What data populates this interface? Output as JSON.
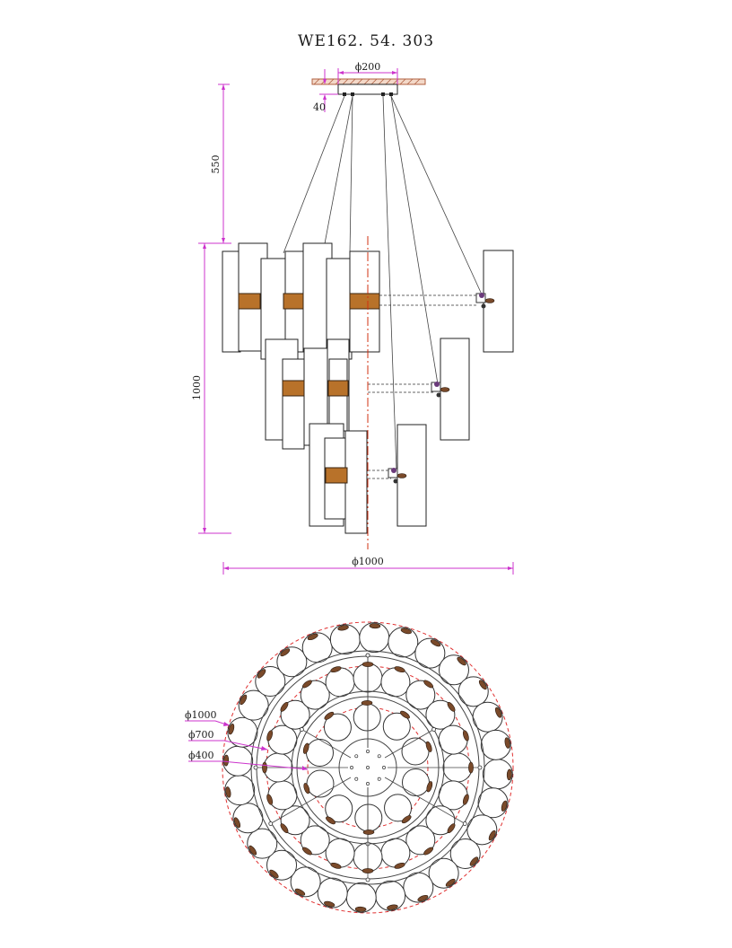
{
  "title": "WE162. 54. 303",
  "dimensions": {
    "canopy_diameter": "ϕ200",
    "canopy_height": "40",
    "suspension_length": "550",
    "body_height": "1000",
    "body_diameter": "ϕ1000"
  },
  "plan_view": {
    "ring_labels": [
      "ϕ1000",
      "ϕ700",
      "ϕ400"
    ]
  },
  "colors": {
    "dimension": "#cc33cc",
    "centerline": "#d03010",
    "band": "#b8722a",
    "dashed_circle": "#e03030"
  }
}
